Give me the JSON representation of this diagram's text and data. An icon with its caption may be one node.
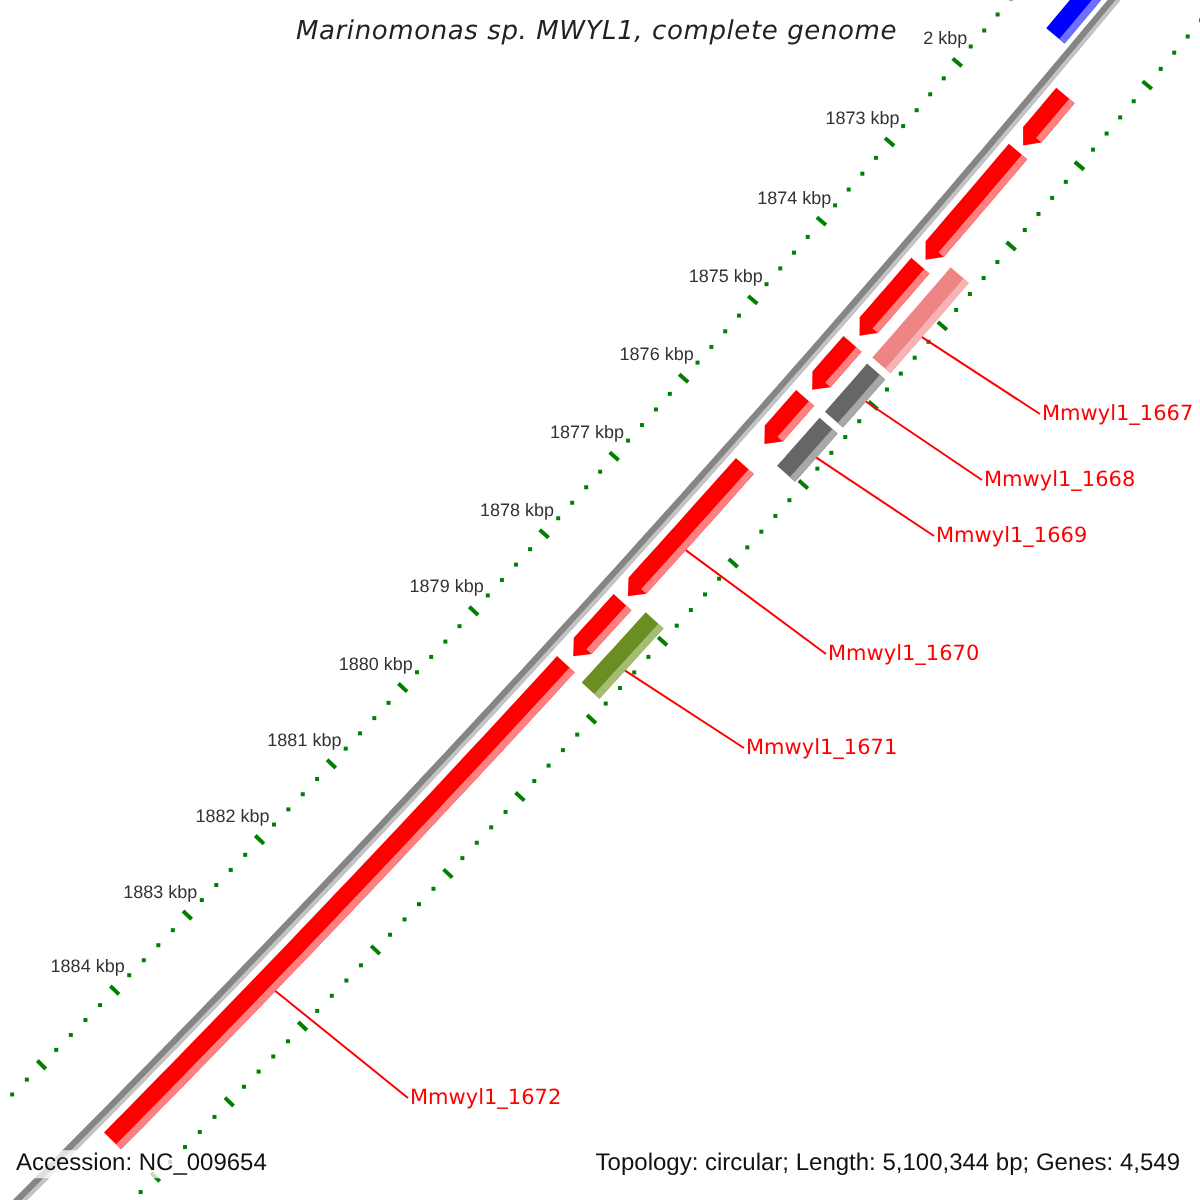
{
  "diagram": {
    "title": "Marinomonas sp. MWYL1, complete genome",
    "nodes": [
      {
        "text": [],
        "shape": "bar"
      },
      {
        "text": [],
        "shape": "arrow"
      },
      {
        "text": [],
        "shape": "arrow"
      },
      {
        "text": [],
        "shape": "arrow"
      },
      {
        "text": [],
        "shape": "bar"
      },
      {
        "text": [],
        "shape": "arrow"
      },
      {
        "text": [],
        "shape": "bar"
      },
      {
        "text": [],
        "shape": "arrow"
      },
      {
        "text": [],
        "shape": "bar"
      },
      {
        "text": [],
        "shape": "arrow"
      },
      {
        "text": [],
        "shape": "arrow"
      },
      {
        "text": [],
        "shape": "bar"
      },
      {
        "text": [],
        "shape": "bar"
      },
      {
        "text": [
          "Mmwyl1_1667"
        ]
      },
      {
        "text": [
          "Mmwyl1_1668"
        ]
      },
      {
        "text": [
          "Mmwyl1_1669"
        ]
      },
      {
        "text": [
          "Mmwyl1_1670"
        ]
      },
      {
        "text": [
          "Mmwyl1_1671"
        ]
      },
      {
        "text": [
          "Mmwyl1_1672"
        ]
      }
    ],
    "edges": [
      {
        "from": 13,
        "to": 4,
        "arrow": "none"
      },
      {
        "from": 14,
        "to": 6,
        "arrow": "none"
      },
      {
        "from": 15,
        "to": 8,
        "arrow": "none"
      },
      {
        "from": 16,
        "to": 9,
        "arrow": "none"
      },
      {
        "from": 17,
        "to": 11,
        "arrow": "none"
      },
      {
        "from": 18,
        "to": 12,
        "arrow": "none"
      }
    ],
    "labels": [
      "2 kbp",
      "1873 kbp",
      "1874 kbp",
      "1875 kbp",
      "1876 kbp",
      "1877 kbp",
      "1878 kbp",
      "1879 kbp",
      "1880 kbp",
      "1881 kbp",
      "1882 kbp",
      "1883 kbp",
      "1884 kbp",
      "Accession: NC_009654",
      "Topology: circular; Length: 5,100,344 bp; Genes: 4,549"
    ]
  }
}
